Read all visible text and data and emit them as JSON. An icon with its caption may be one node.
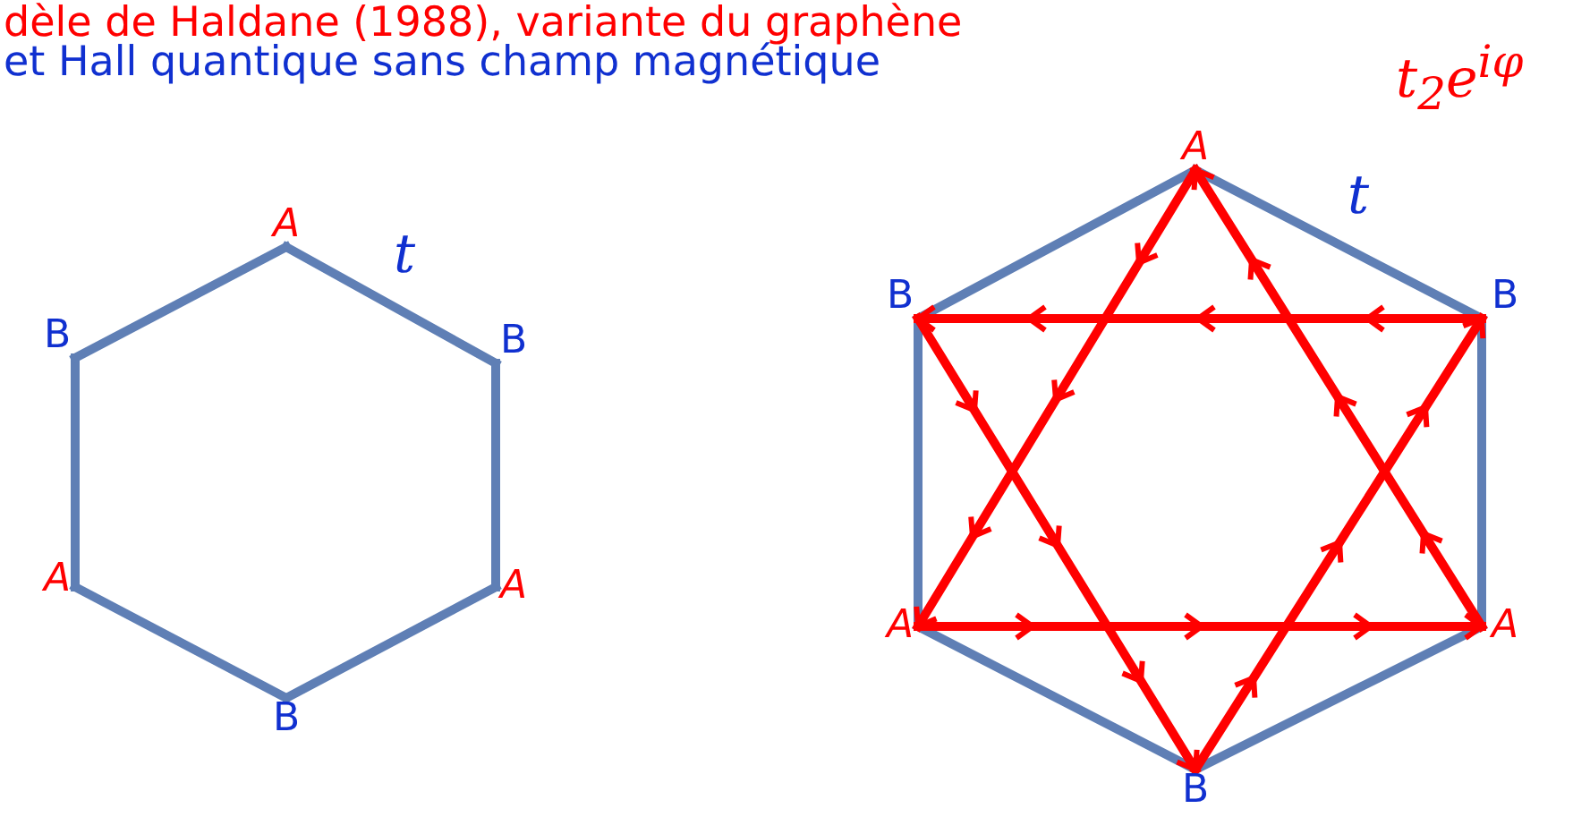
{
  "diagram": {
    "nodes": [
      {
        "text": [
          "A"
        ]
      },
      {
        "text": [
          "B"
        ]
      },
      {
        "text": [
          "B"
        ]
      },
      {
        "text": [
          "A"
        ]
      },
      {
        "text": [
          "A"
        ]
      },
      {
        "text": [
          "B"
        ]
      },
      {
        "text": [
          "A"
        ]
      },
      {
        "text": [
          "B"
        ]
      },
      {
        "text": [
          "B"
        ]
      },
      {
        "text": [
          "A"
        ]
      },
      {
        "text": [
          "A"
        ]
      },
      {
        "text": [
          "B"
        ]
      }
    ],
    "edges": [
      {
        "from": 0,
        "to": 2,
        "arrow": "none"
      },
      {
        "from": 2,
        "to": 4,
        "arrow": "none"
      },
      {
        "from": 4,
        "to": 5,
        "arrow": "none"
      },
      {
        "from": 5,
        "to": 3,
        "arrow": "none"
      },
      {
        "from": 3,
        "to": 1,
        "arrow": "none"
      },
      {
        "from": 1,
        "to": 0,
        "arrow": "none"
      },
      {
        "from": 6,
        "to": 8,
        "arrow": "none"
      },
      {
        "from": 8,
        "to": 10,
        "arrow": "none"
      },
      {
        "from": 10,
        "to": 11,
        "arrow": "none"
      },
      {
        "from": 11,
        "to": 9,
        "arrow": "none"
      },
      {
        "from": 9,
        "to": 7,
        "arrow": "none"
      },
      {
        "from": 7,
        "to": 6,
        "arrow": "none"
      },
      {
        "from": 6,
        "to": 9,
        "arrow": "to",
        "color": "#ff0000"
      },
      {
        "from": 9,
        "to": 10,
        "arrow": "to",
        "color": "#ff0000"
      },
      {
        "from": 10,
        "to": 6,
        "arrow": "to",
        "color": "#ff0000"
      },
      {
        "from": 7,
        "to": 11,
        "arrow": "to",
        "color": "#ff0000"
      },
      {
        "from": 11,
        "to": 8,
        "arrow": "to",
        "color": "#ff0000"
      },
      {
        "from": 8,
        "to": 7,
        "arrow": "to",
        "color": "#ff0000"
      }
    ],
    "labels": [
      "dèle de Haldane (1988), variante du graphène",
      "et Hall quantique sans champ magnétique",
      "t$_{2}$e$^{iφ}$",
      "t",
      "t"
    ]
  }
}
